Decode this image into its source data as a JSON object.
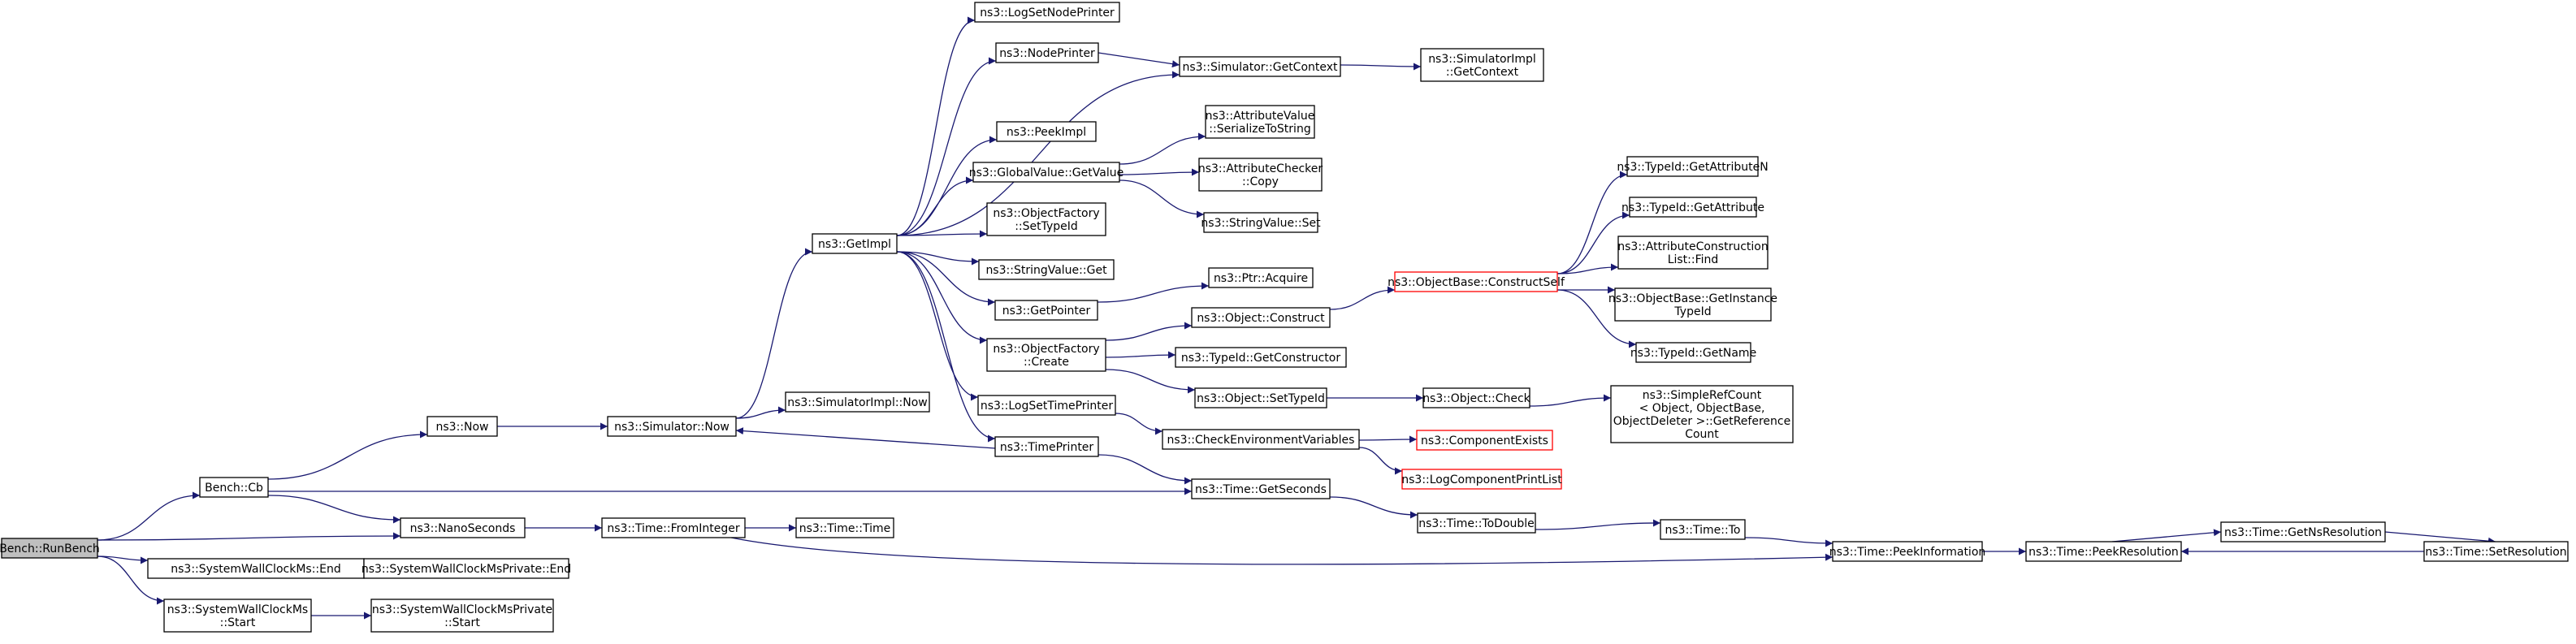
{
  "colors": {
    "edge": "#191970",
    "node_border": "#000000",
    "node_border_truncated": "#ff0000",
    "root_fill": "#bfbfbf",
    "node_fill": "#ffffff",
    "text": "#000000"
  },
  "nodes": [
    {
      "id": "runbench",
      "lines": [
        "Bench::RunBench"
      ],
      "root": true
    },
    {
      "id": "cb",
      "lines": [
        "Bench::Cb"
      ]
    },
    {
      "id": "swc_end",
      "lines": [
        "ns3::SystemWallClockMs::End"
      ]
    },
    {
      "id": "swc_start",
      "lines": [
        "ns3::SystemWallClockMs",
        "::Start"
      ]
    },
    {
      "id": "swcp_end",
      "lines": [
        "ns3::SystemWallClockMsPrivate::End"
      ]
    },
    {
      "id": "swcp_start",
      "lines": [
        "ns3::SystemWallClockMsPrivate",
        "::Start"
      ]
    },
    {
      "id": "now",
      "lines": [
        "ns3::Now"
      ]
    },
    {
      "id": "nanoseconds",
      "lines": [
        "ns3::NanoSeconds"
      ]
    },
    {
      "id": "fromint",
      "lines": [
        "ns3::Time::FromInteger"
      ]
    },
    {
      "id": "time_time",
      "lines": [
        "ns3::Time::Time"
      ]
    },
    {
      "id": "sim_now",
      "lines": [
        "ns3::Simulator::Now"
      ]
    },
    {
      "id": "simimpl_now",
      "lines": [
        "ns3::SimulatorImpl::Now"
      ]
    },
    {
      "id": "getimpl",
      "lines": [
        "ns3::GetImpl"
      ]
    },
    {
      "id": "logsetnode",
      "lines": [
        "ns3::LogSetNodePrinter"
      ]
    },
    {
      "id": "nodeprinter",
      "lines": [
        "ns3::NodePrinter"
      ]
    },
    {
      "id": "peekimpl",
      "lines": [
        "ns3::PeekImpl"
      ]
    },
    {
      "id": "gv_getvalue",
      "lines": [
        "ns3::GlobalValue::GetValue"
      ]
    },
    {
      "id": "of_settypeid",
      "lines": [
        "ns3::ObjectFactory",
        "::SetTypeId"
      ]
    },
    {
      "id": "sv_get",
      "lines": [
        "ns3::StringValue::Get"
      ]
    },
    {
      "id": "getpointer",
      "lines": [
        "ns3::GetPointer"
      ]
    },
    {
      "id": "of_create",
      "lines": [
        "ns3::ObjectFactory",
        "::Create"
      ]
    },
    {
      "id": "logsettime",
      "lines": [
        "ns3::LogSetTimePrinter"
      ]
    },
    {
      "id": "timeprinter",
      "lines": [
        "ns3::TimePrinter"
      ]
    },
    {
      "id": "sim_getcontext",
      "lines": [
        "ns3::Simulator::GetContext"
      ]
    },
    {
      "id": "simimpl_getcontext",
      "lines": [
        "ns3::SimulatorImpl",
        "::GetContext"
      ]
    },
    {
      "id": "av_serialize",
      "lines": [
        "ns3::AttributeValue",
        "::SerializeToString"
      ]
    },
    {
      "id": "ac_copy",
      "lines": [
        "ns3::AttributeChecker",
        "::Copy"
      ]
    },
    {
      "id": "sv_set",
      "lines": [
        "ns3::StringValue::Set"
      ]
    },
    {
      "id": "ptr_acquire",
      "lines": [
        "ns3::Ptr::Acquire"
      ]
    },
    {
      "id": "obj_construct",
      "lines": [
        "ns3::Object::Construct"
      ]
    },
    {
      "id": "tid_getconstructor",
      "lines": [
        "ns3::TypeId::GetConstructor"
      ]
    },
    {
      "id": "obj_settypeid",
      "lines": [
        "ns3::Object::SetTypeId"
      ]
    },
    {
      "id": "checkenv",
      "lines": [
        "ns3::CheckEnvironmentVariables"
      ]
    },
    {
      "id": "getseconds",
      "lines": [
        "ns3::Time::GetSeconds"
      ]
    },
    {
      "id": "ob_constructself",
      "lines": [
        "ns3::ObjectBase::ConstructSelf"
      ],
      "truncated": true
    },
    {
      "id": "obj_check",
      "lines": [
        "ns3::Object::Check"
      ]
    },
    {
      "id": "compexists",
      "lines": [
        "ns3::ComponentExists"
      ],
      "truncated": true
    },
    {
      "id": "logcompprint",
      "lines": [
        "ns3::LogComponentPrintList"
      ],
      "truncated": true
    },
    {
      "id": "todouble",
      "lines": [
        "ns3::Time::ToDouble"
      ]
    },
    {
      "id": "tid_getattrn",
      "lines": [
        "ns3::TypeId::GetAttributeN"
      ]
    },
    {
      "id": "tid_getattr",
      "lines": [
        "ns3::TypeId::GetAttribute"
      ]
    },
    {
      "id": "acl_find",
      "lines": [
        "ns3::AttributeConstruction",
        "List::Find"
      ]
    },
    {
      "id": "ob_getinstancetid",
      "lines": [
        "ns3::ObjectBase::GetInstance",
        "TypeId"
      ]
    },
    {
      "id": "tid_getname",
      "lines": [
        "ns3::TypeId::GetName"
      ]
    },
    {
      "id": "simplerefcount",
      "lines": [
        "ns3::SimpleRefCount",
        "< Object, ObjectBase,",
        "ObjectDeleter >::GetReference",
        "Count"
      ]
    },
    {
      "id": "time_to",
      "lines": [
        "ns3::Time::To"
      ]
    },
    {
      "id": "peekinfo",
      "lines": [
        "ns3::Time::PeekInformation"
      ]
    },
    {
      "id": "peekres",
      "lines": [
        "ns3::Time::PeekResolution"
      ]
    },
    {
      "id": "getnsres",
      "lines": [
        "ns3::Time::GetNsResolution"
      ]
    },
    {
      "id": "setres",
      "lines": [
        "ns3::Time::SetResolution"
      ]
    }
  ],
  "edges": [
    [
      "runbench",
      "cb"
    ],
    [
      "runbench",
      "nanoseconds"
    ],
    [
      "runbench",
      "swc_end"
    ],
    [
      "runbench",
      "swc_start"
    ],
    [
      "cb",
      "now"
    ],
    [
      "cb",
      "nanoseconds"
    ],
    [
      "cb",
      "getseconds"
    ],
    [
      "swc_end",
      "swcp_end"
    ],
    [
      "swc_start",
      "swcp_start"
    ],
    [
      "now",
      "sim_now"
    ],
    [
      "nanoseconds",
      "fromint"
    ],
    [
      "fromint",
      "time_time"
    ],
    [
      "fromint",
      "peekinfo"
    ],
    [
      "sim_now",
      "simimpl_now"
    ],
    [
      "sim_now",
      "getimpl"
    ],
    [
      "getimpl",
      "logsetnode"
    ],
    [
      "getimpl",
      "nodeprinter"
    ],
    [
      "getimpl",
      "sim_getcontext"
    ],
    [
      "getimpl",
      "peekimpl"
    ],
    [
      "getimpl",
      "gv_getvalue"
    ],
    [
      "getimpl",
      "of_settypeid"
    ],
    [
      "getimpl",
      "sv_get"
    ],
    [
      "getimpl",
      "getpointer"
    ],
    [
      "getimpl",
      "of_create"
    ],
    [
      "getimpl",
      "logsettime"
    ],
    [
      "getimpl",
      "timeprinter"
    ],
    [
      "nodeprinter",
      "sim_getcontext"
    ],
    [
      "sim_getcontext",
      "simimpl_getcontext"
    ],
    [
      "gv_getvalue",
      "av_serialize"
    ],
    [
      "gv_getvalue",
      "ac_copy"
    ],
    [
      "gv_getvalue",
      "sv_set"
    ],
    [
      "getpointer",
      "ptr_acquire"
    ],
    [
      "of_create",
      "obj_construct"
    ],
    [
      "of_create",
      "tid_getconstructor"
    ],
    [
      "of_create",
      "obj_settypeid"
    ],
    [
      "logsettime",
      "checkenv"
    ],
    [
      "timeprinter",
      "sim_now"
    ],
    [
      "timeprinter",
      "getseconds"
    ],
    [
      "obj_construct",
      "ob_constructself"
    ],
    [
      "obj_settypeid",
      "obj_check"
    ],
    [
      "checkenv",
      "compexists"
    ],
    [
      "checkenv",
      "logcompprint"
    ],
    [
      "getseconds",
      "todouble"
    ],
    [
      "ob_constructself",
      "tid_getattrn"
    ],
    [
      "ob_constructself",
      "tid_getattr"
    ],
    [
      "ob_constructself",
      "acl_find"
    ],
    [
      "ob_constructself",
      "ob_getinstancetid"
    ],
    [
      "ob_constructself",
      "tid_getname"
    ],
    [
      "obj_check",
      "simplerefcount"
    ],
    [
      "todouble",
      "time_to"
    ],
    [
      "time_to",
      "peekinfo"
    ],
    [
      "peekinfo",
      "peekres"
    ],
    [
      "peekres",
      "getnsres"
    ],
    [
      "getnsres",
      "setres"
    ],
    [
      "setres",
      "peekres"
    ]
  ]
}
